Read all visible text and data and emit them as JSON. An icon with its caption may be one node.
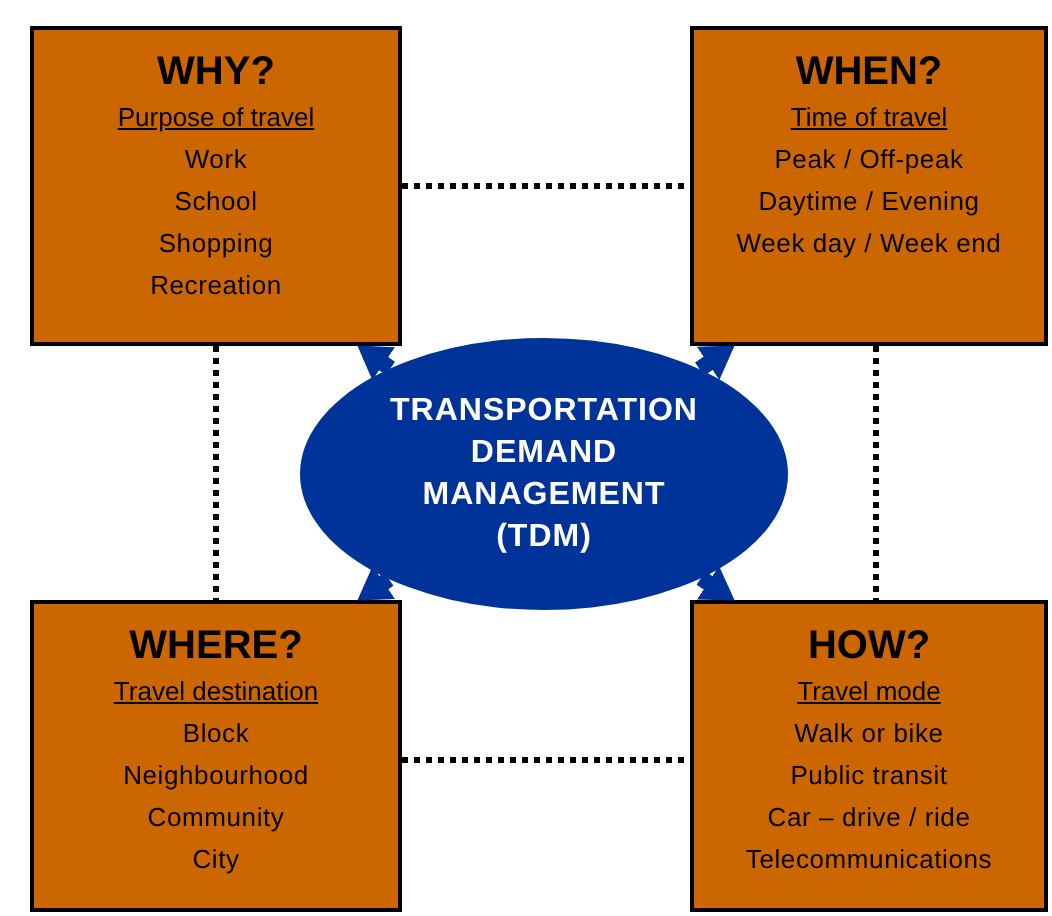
{
  "diagram": {
    "nodes": [
      {
        "text": [
          "WHY?",
          "Purpose of travel",
          "Work",
          "School",
          "Shopping",
          "Recreation"
        ]
      },
      {
        "text": [
          "WHEN?",
          "Time of travel",
          "Peak / Off-peak",
          "Daytime / Evening",
          "Week day / Week end"
        ]
      },
      {
        "text": [
          "TRANSPORTATION DEMAND MANAGEMENT (TDM)"
        ]
      },
      {
        "text": [
          "WHERE?",
          "Travel destination",
          "Block",
          "Neighbourhood",
          "Community",
          "City"
        ]
      },
      {
        "text": [
          "HOW?",
          "Travel mode",
          "Walk or bike",
          "Public transit",
          "Car – drive / ride",
          "Telecommunications"
        ]
      }
    ],
    "edges": [
      {
        "from": 2,
        "to": 0,
        "arrow": "to",
        "style": "thick",
        "color": "#003399"
      },
      {
        "from": 2,
        "to": 1,
        "arrow": "to",
        "style": "thick",
        "color": "#003399"
      },
      {
        "from": 2,
        "to": 3,
        "arrow": "to",
        "style": "thick",
        "color": "#003399"
      },
      {
        "from": 2,
        "to": 4,
        "arrow": "to",
        "style": "thick",
        "color": "#003399"
      },
      {
        "from": 0,
        "to": 1,
        "arrow": "none",
        "style": "dashed",
        "color": "#000000"
      },
      {
        "from": 0,
        "to": 3,
        "arrow": "none",
        "style": "dashed",
        "color": "#000000"
      },
      {
        "from": 1,
        "to": 4,
        "arrow": "none",
        "style": "dashed",
        "color": "#000000"
      },
      {
        "from": 3,
        "to": 4,
        "arrow": "none",
        "style": "dashed",
        "color": "#000000"
      }
    ]
  }
}
